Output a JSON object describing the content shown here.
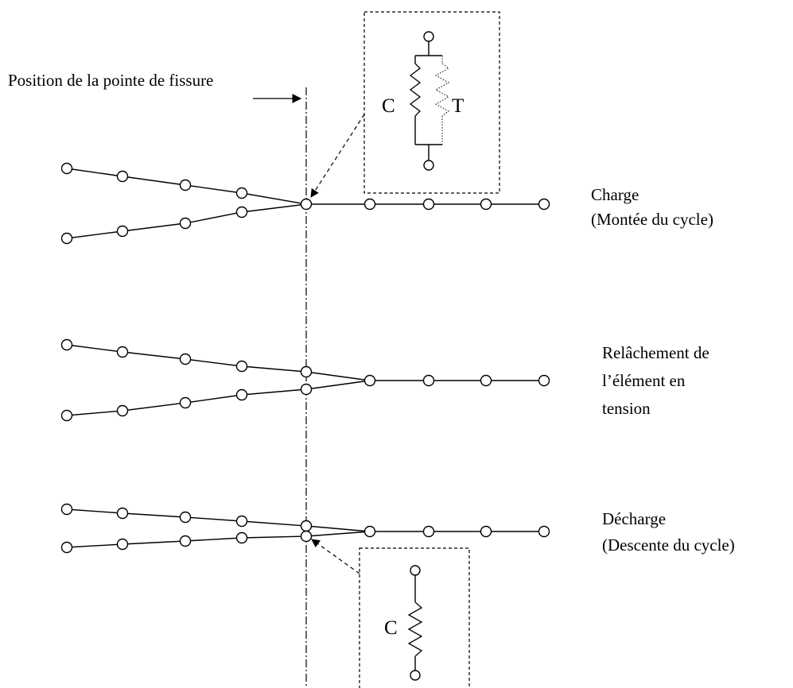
{
  "labels": {
    "crack_tip": "Position de la pointe de fissure",
    "charge_line1": "Charge",
    "charge_line2": "(Montée du cycle)",
    "release_line1": "Relâchement de",
    "release_line2": "l’élément en",
    "release_line3": "tension",
    "decharge_line1": "Décharge",
    "decharge_line2": "(Descente du cycle)"
  },
  "springs": {
    "top_left": "C",
    "top_right": "T",
    "bottom": "C"
  }
}
